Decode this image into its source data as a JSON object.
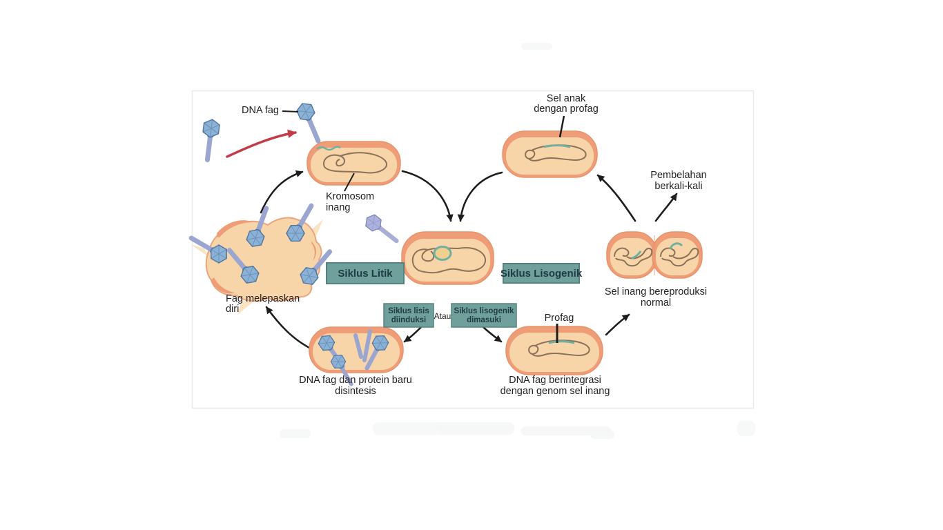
{
  "labels": {
    "dna_fag": "DNA fag",
    "kromosom_inang": [
      "Kromosom",
      "inang"
    ],
    "sel_anak_profag": [
      "Sel anak",
      "dengan profag"
    ],
    "pembelahan": [
      "Pembelahan",
      "berkali-kali"
    ],
    "fag_melepaskan": [
      "Fag melepaskan",
      "diri"
    ],
    "sel_inang_normal": [
      "Sel inang bereproduksi",
      "normal"
    ],
    "dna_protein_baru": [
      "DNA fag dan protein baru",
      "disintesis"
    ],
    "dna_berintegrasi": [
      "DNA fag berintegrasi",
      "dengan genom sel inang"
    ],
    "profag": "Profag",
    "atau": "Atau"
  },
  "cycle_boxes": {
    "litik": "Siklus Litik",
    "lisogenik": "Siklus Lisogenik",
    "lisis_diinduksi": [
      "Siklus lisis",
      "diinduksi"
    ],
    "lisogenik_dimasuki": [
      "Siklus lisogenik",
      "dimasuki"
    ]
  },
  "icons": {
    "phage": "bacteriophage-icon"
  },
  "colors": {
    "cell_fill": "#f8d4a9",
    "cell_rim": "#ef9d77",
    "cell_outline": "#e8936b",
    "dna_stroke": "#8a7258",
    "prophage_teal": "#6fb0a0",
    "box_teal": "#6fa09c",
    "box_border": "#54827e",
    "box_text": "#1f3b43",
    "phage_head": "#8bb2d6",
    "phage_head_dark": "#50769f",
    "phage_tail": "#9aa6cf",
    "arrow_black": "#1d1d1b",
    "arrow_red": "#c43b47",
    "label_text": "#242021",
    "panel_border": "#eaeaea"
  }
}
